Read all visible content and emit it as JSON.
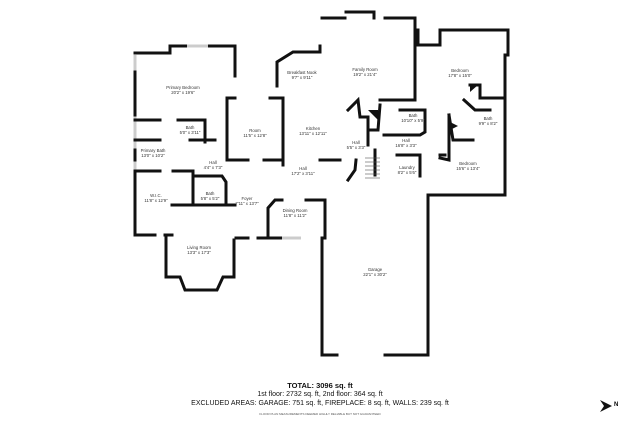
{
  "rooms": [
    {
      "name": "Primary Bedroom",
      "dims": "20'2\" x 19'6\""
    },
    {
      "name": "Bath",
      "dims": "5'0\" x 3'11\""
    },
    {
      "name": "Primary Bath",
      "dims": "13'0\" x 10'2\""
    },
    {
      "name": "Hall",
      "dims": "4'4\" x 7'3\""
    },
    {
      "name": "W.I.C.",
      "dims": "11'8\" x 12'9\""
    },
    {
      "name": "Bath",
      "dims": "5'8\" x 5'2\""
    },
    {
      "name": "Foyer",
      "dims": "7'11\" x 13'7\""
    },
    {
      "name": "Living Room",
      "dims": "13'3\" x 17'3\""
    },
    {
      "name": "Room",
      "dims": "11'5\" x 12'8\""
    },
    {
      "name": "Breakfast Nook",
      "dims": "9'7\" x 9'11\""
    },
    {
      "name": "Kitchen",
      "dims": "13'11\" x 12'11\""
    },
    {
      "name": "Family Room",
      "dims": "19'2\" x 21'4\""
    },
    {
      "name": "Hall",
      "dims": "17'2\" x 3'11\""
    },
    {
      "name": "Dining Room",
      "dims": "11'8\" x 11'2\""
    },
    {
      "name": "Hall",
      "dims": "5'5\" x 3'3\""
    },
    {
      "name": "Bath",
      "dims": "10'10\" x 5'9\""
    },
    {
      "name": "Hall",
      "dims": "16'8\" x 3'3\""
    },
    {
      "name": "Laundry",
      "dims": "8'2\" x 5'6\""
    },
    {
      "name": "Bedroom",
      "dims": "17'8\" x 15'0\""
    },
    {
      "name": "Bath",
      "dims": "9'9\" x 8'2\""
    },
    {
      "name": "Bedroom",
      "dims": "15'6\" x 13'4\""
    },
    {
      "name": "Garage",
      "dims": "22'1\" x 30'2\""
    }
  ],
  "summary": {
    "total": "TOTAL: 3096 sq. ft",
    "floors": "1st floor: 2732 sq. ft, 2nd floor: 364 sq. ft",
    "excluded": "EXCLUDED AREAS: GARAGE: 751 sq. ft, FIREPLACE: 8 sq. ft, WALLS: 239 sq. ft",
    "disclaimer": "FLOOR PLAN MEASUREMENTS DEEMED HIGHLY RELIABLE BUT NOT GUARANTEED"
  },
  "compass": {
    "label": "N",
    "icon": "north-arrow-icon"
  }
}
